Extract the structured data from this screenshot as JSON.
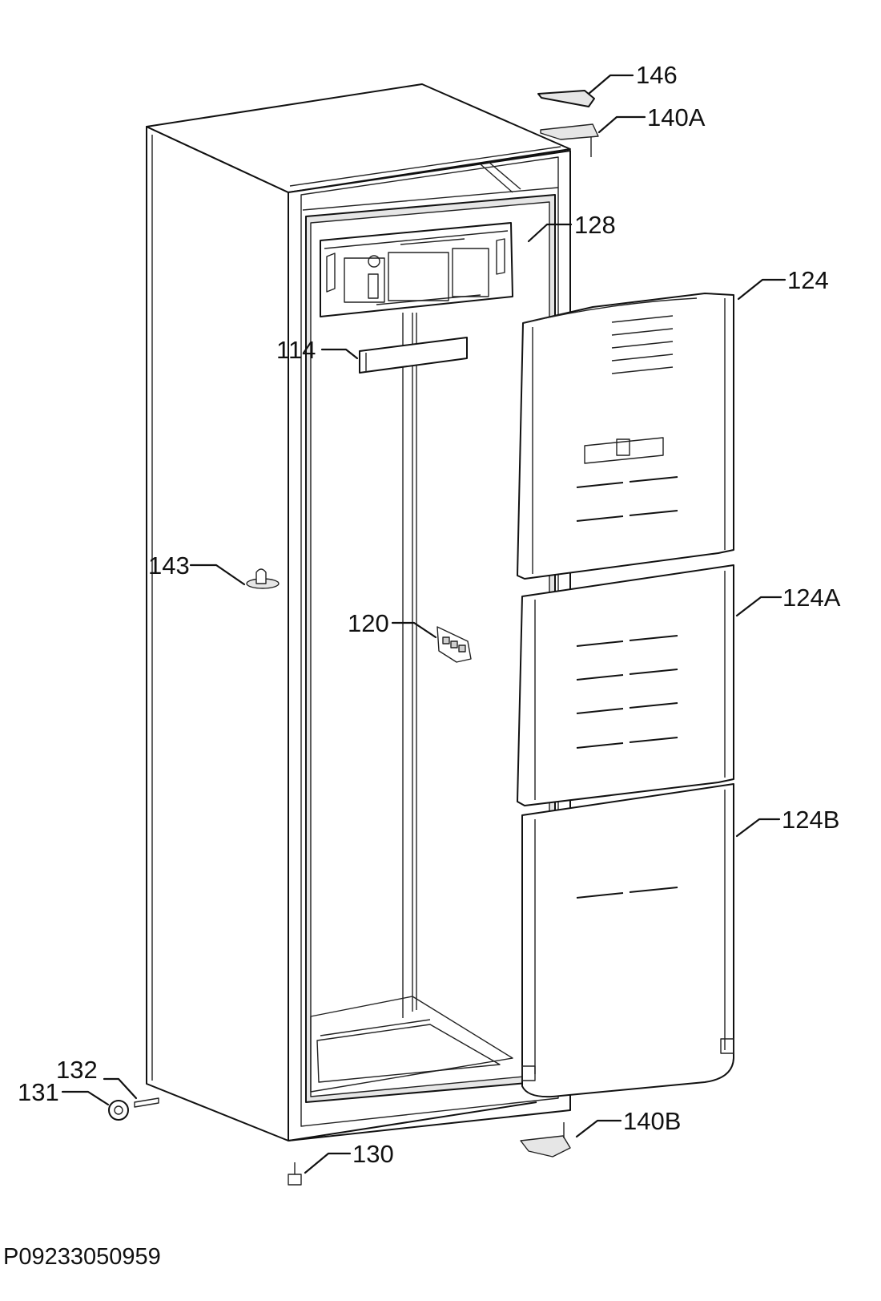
{
  "drawing": {
    "code": "P09233050959",
    "callouts": [
      {
        "id": "146",
        "label": "146"
      },
      {
        "id": "140A",
        "label": "140A"
      },
      {
        "id": "128",
        "label": "128"
      },
      {
        "id": "124",
        "label": "124"
      },
      {
        "id": "114",
        "label": "114"
      },
      {
        "id": "143",
        "label": "143"
      },
      {
        "id": "120",
        "label": "120"
      },
      {
        "id": "124A",
        "label": "124A"
      },
      {
        "id": "124B",
        "label": "124B"
      },
      {
        "id": "132",
        "label": "132"
      },
      {
        "id": "131",
        "label": "131"
      },
      {
        "id": "130",
        "label": "130"
      },
      {
        "id": "140B",
        "label": "140B"
      }
    ]
  }
}
